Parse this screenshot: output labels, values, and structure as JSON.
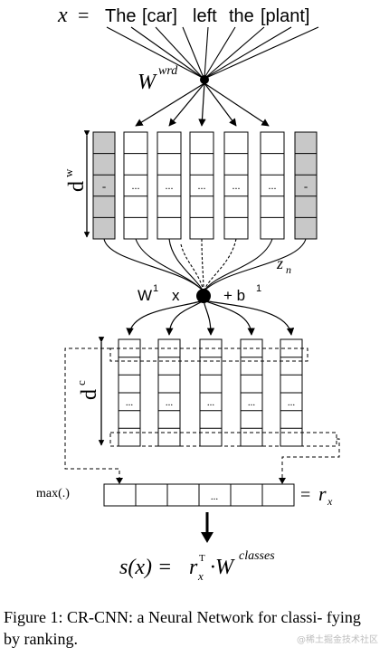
{
  "diagram": {
    "sentence": {
      "x_symbol": "x",
      "equals": "=",
      "tokens": [
        "The",
        "[car]",
        "left",
        "the",
        "[plant]"
      ]
    },
    "w_wrd": {
      "base": "W",
      "superscript": "wrd"
    },
    "embedding_cell_label": "...",
    "edge_cell_label": "-",
    "dim_word": {
      "base": "d",
      "superscript": "w"
    },
    "z_label": {
      "base": "z",
      "subscript": "n"
    },
    "conv_label": {
      "w1_base": "W",
      "w1_sup": "1",
      "x": "x",
      "plus_b": "+ b",
      "b_sup": "1"
    },
    "dim_conv": {
      "base": "d",
      "superscript": "c"
    },
    "max_label": "max(.)",
    "max_vector_ellipsis": "...",
    "r_x": {
      "equals": "=",
      "base": "r",
      "subscript": "x"
    },
    "score_formula": {
      "lhs": "s(x) =",
      "r_base": "r",
      "r_sup": "T",
      "r_sub": "x",
      "dot": "·W",
      "w_sup": "classes"
    }
  },
  "caption": {
    "text": "Figure 1:  CR-CNN: a Neural Network for classi- fying by ranking."
  },
  "watermark": "@稀土掘金技术社区"
}
